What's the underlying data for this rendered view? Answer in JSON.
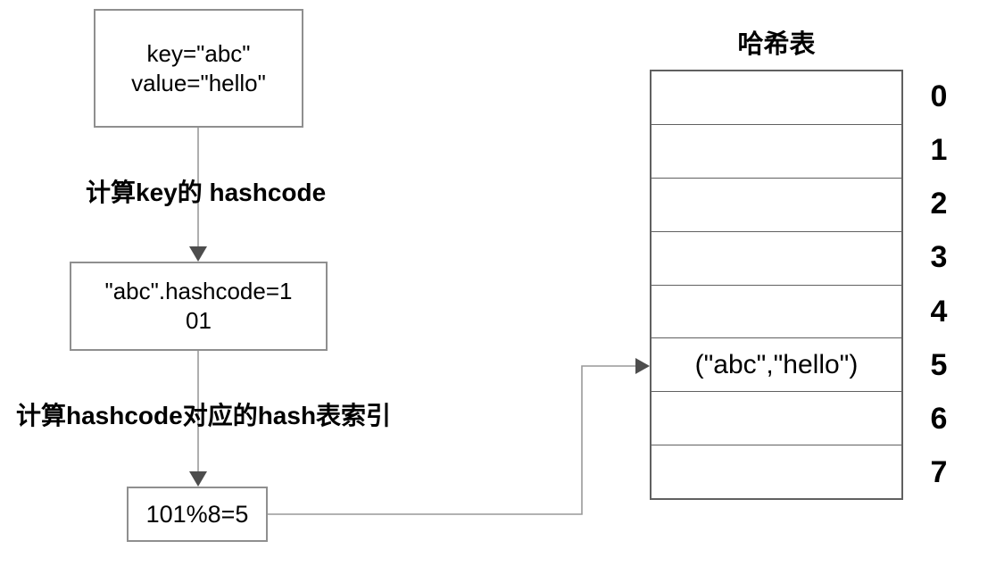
{
  "diagram": {
    "flow": {
      "box_key_value": {
        "line1": "key=\"abc\"",
        "line2": "value=\"hello\""
      },
      "step1_label": "计算key的 hashcode",
      "box_hashcode": {
        "line1": "\"abc\".hashcode=1",
        "line2": "01"
      },
      "step2_label": "计算hashcode对应的hash表索引",
      "box_index_calc": "101%8=5"
    },
    "hash_table": {
      "title": "哈希表",
      "rows": [
        {
          "index": "0",
          "value": ""
        },
        {
          "index": "1",
          "value": ""
        },
        {
          "index": "2",
          "value": ""
        },
        {
          "index": "3",
          "value": ""
        },
        {
          "index": "4",
          "value": ""
        },
        {
          "index": "5",
          "value": "(\"abc\",\"hello\")"
        },
        {
          "index": "6",
          "value": ""
        },
        {
          "index": "7",
          "value": ""
        }
      ]
    },
    "colors": {
      "box_border": "#8f8f8f",
      "table_border": "#606060",
      "arrow_line": "#999999",
      "arrow_head": "#4d4d4d",
      "text": "#000000"
    }
  }
}
